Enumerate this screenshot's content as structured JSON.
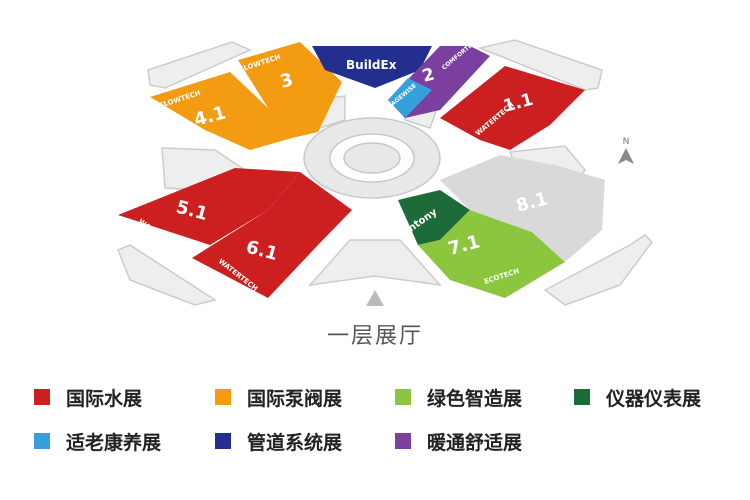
{
  "map": {
    "north_label": "N",
    "floor_label": "一层展厅"
  },
  "halls": {
    "h41": {
      "number": "4.1",
      "brand": "FLOWTECH",
      "color": "#f39c12"
    },
    "h3": {
      "number": "3",
      "brand": "FLOWTECH",
      "color": "#f39c12"
    },
    "h2": {
      "number": "2",
      "brand_left": "AGEWISE",
      "brand_right": "COMFORTECH",
      "color": "#7b3fa0",
      "accent": "#35a0dc"
    },
    "h11": {
      "number": "1.1",
      "brand": "WATERTECH",
      "color": "#cc1f1f"
    },
    "h51": {
      "number": "5.1",
      "brand": "WATERTECH",
      "color": "#cc1f1f"
    },
    "h61": {
      "number": "6.1",
      "brand": "WATERTECH",
      "color": "#cc1f1f"
    },
    "h71": {
      "number": "7.1",
      "brand": "ECOTECH",
      "color": "#8cc63f"
    },
    "h81": {
      "number": "8.1",
      "color": "#d9d9d9"
    },
    "instrument": {
      "brand": "Intony",
      "color": "#1e6b3a"
    },
    "buildex": {
      "brand": "BuildEx",
      "color": "#232f8e"
    }
  },
  "legend": [
    {
      "label": "国际水展",
      "color": "#cc1f1f"
    },
    {
      "label": "国际泵阀展",
      "color": "#f39c12"
    },
    {
      "label": "绿色智造展",
      "color": "#8cc63f"
    },
    {
      "label": "仪器仪表展",
      "color": "#1e6b3a"
    },
    {
      "label": "适老康养展",
      "color": "#35a0dc"
    },
    {
      "label": "管道系统展",
      "color": "#232f8e"
    },
    {
      "label": "暖通舒适展",
      "color": "#7b3fa0"
    }
  ]
}
